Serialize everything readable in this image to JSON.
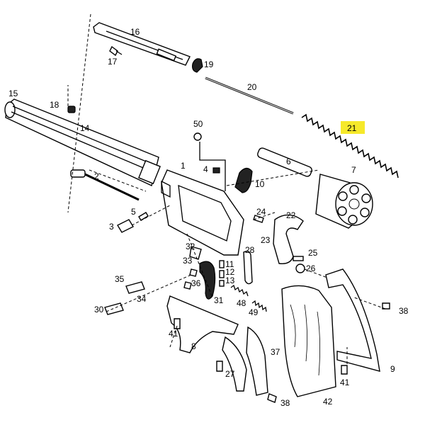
{
  "diagram": {
    "highlighted_part": "21",
    "highlight_color": "#f6e92a",
    "line_color": "#000000",
    "callouts": [
      "1",
      "2",
      "3",
      "4",
      "5",
      "6",
      "7",
      "8",
      "9",
      "10",
      "11",
      "12",
      "13",
      "14",
      "15",
      "16",
      "17",
      "18",
      "19",
      "20",
      "21",
      "22",
      "23",
      "24",
      "25",
      "26",
      "27",
      "28",
      "30",
      "31",
      "32",
      "33",
      "34",
      "35",
      "36",
      "37",
      "38",
      "41",
      "41",
      "42",
      "48",
      "49",
      "50"
    ]
  }
}
